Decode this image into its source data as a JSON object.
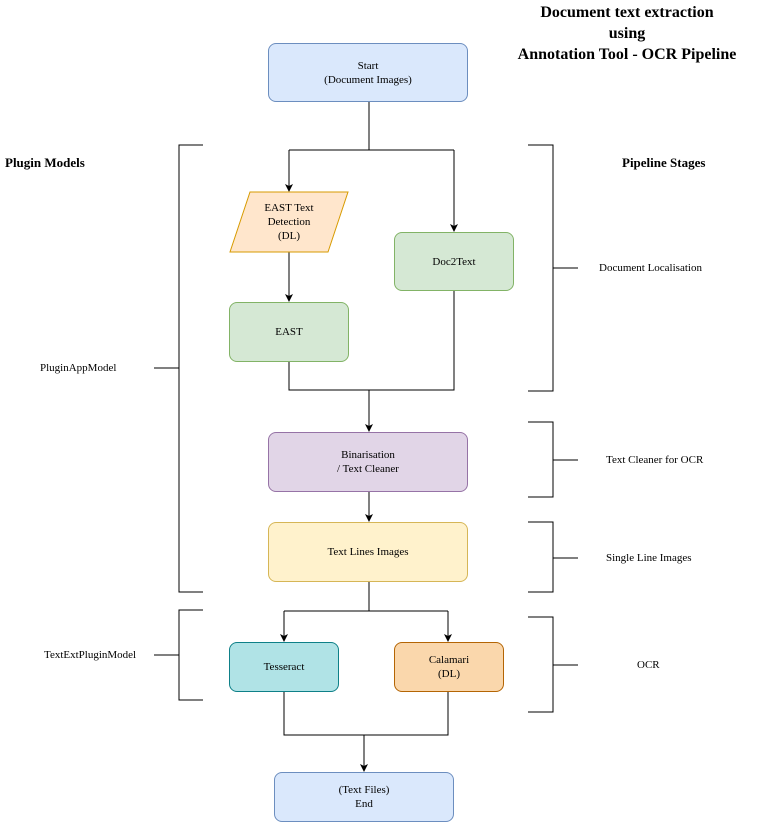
{
  "title": {
    "line1": "Document text extraction",
    "line2": "using",
    "line3": "Annotation Tool - OCR Pipeline"
  },
  "headings": {
    "plugin_models": "Plugin Models",
    "pipeline_stages": "Pipeline Stages"
  },
  "plugin_models": {
    "plugin_app_model": "PluginAppModel",
    "text_ext_plugin_model": "TextExtPluginModel"
  },
  "stages": {
    "document_localisation": "Document Localisation",
    "text_cleaner_for_ocr": "Text Cleaner for OCR",
    "single_line_images": "Single Line Images",
    "ocr": "OCR"
  },
  "nodes": {
    "start": {
      "line1": "Start",
      "line2": "(Document Images)"
    },
    "east_detection": {
      "line1": "EAST Text",
      "line2": "Detection",
      "line3": "(DL)"
    },
    "doc2text": {
      "label": "Doc2Text"
    },
    "east": {
      "label": "EAST"
    },
    "binarisation": {
      "line1": "Binarisation",
      "line2": "/ Text Cleaner"
    },
    "text_lines": {
      "label": "Text Lines Images"
    },
    "tesseract": {
      "label": "Tesseract"
    },
    "calamari": {
      "line1": "Calamari",
      "line2": "(DL)"
    },
    "end": {
      "line1": "(Text Files)",
      "line2": "End"
    }
  },
  "colors": {
    "blue_fill": "#dae8fc",
    "green_fill": "#d5e8d4",
    "purple_fill": "#e1d5e7",
    "yellow_fill": "#fff2cc",
    "cyan_fill": "#b0e3e6",
    "orange_fill": "#fad7ac",
    "parallelogram_fill": "#ffe6cc",
    "parallelogram_stroke": "#d79b00"
  }
}
